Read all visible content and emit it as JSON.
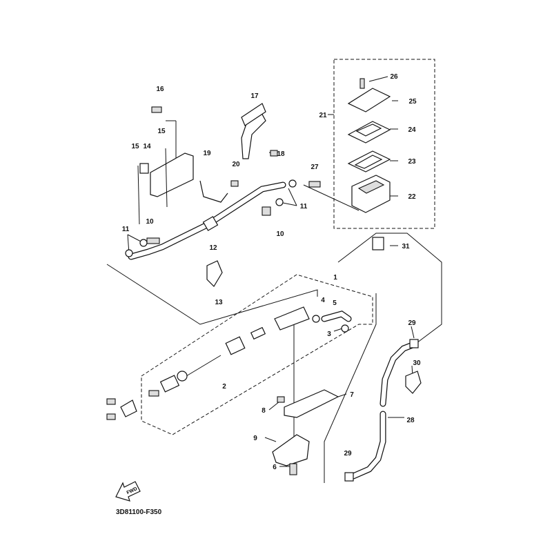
{
  "diagram": {
    "code": "3D81100-F350",
    "fwd_label": "FWD",
    "labels": [
      "16",
      "17",
      "15",
      "15",
      "14",
      "19",
      "18",
      "20",
      "27",
      "21",
      "26",
      "25",
      "24",
      "23",
      "22",
      "11",
      "10",
      "10",
      "11",
      "12",
      "31",
      "13",
      "1",
      "4",
      "5",
      "3",
      "29",
      "30",
      "2",
      "7",
      "8",
      "28",
      "9",
      "29",
      "6"
    ]
  }
}
